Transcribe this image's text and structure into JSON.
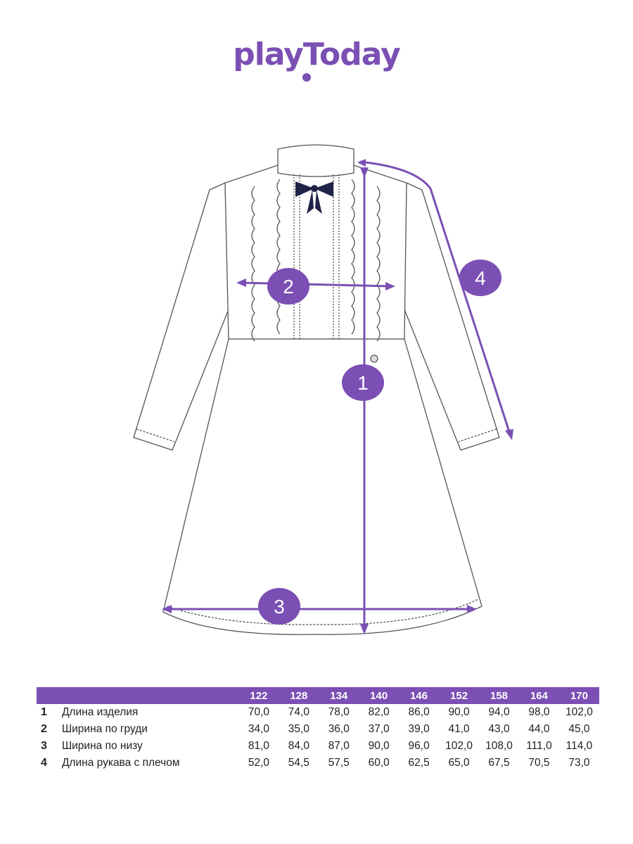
{
  "brand": {
    "name": "playToday",
    "color": "#7b4fb4"
  },
  "colors": {
    "accent": "#7b4fb4",
    "bow": "#1f2347",
    "outline": "#555555"
  },
  "markers": [
    "1",
    "2",
    "3",
    "4"
  ],
  "table": {
    "sizes": [
      "122",
      "128",
      "134",
      "140",
      "146",
      "152",
      "158",
      "164",
      "170"
    ],
    "rows": [
      {
        "num": "1",
        "label": "Длина изделия",
        "values": [
          "70,0",
          "74,0",
          "78,0",
          "82,0",
          "86,0",
          "90,0",
          "94,0",
          "98,0",
          "102,0"
        ]
      },
      {
        "num": "2",
        "label": "Ширина по груди",
        "values": [
          "34,0",
          "35,0",
          "36,0",
          "37,0",
          "39,0",
          "41,0",
          "43,0",
          "44,0",
          "45,0"
        ]
      },
      {
        "num": "3",
        "label": "Ширина по низу",
        "values": [
          "81,0",
          "84,0",
          "87,0",
          "90,0",
          "96,0",
          "102,0",
          "108,0",
          "111,0",
          "114,0"
        ]
      },
      {
        "num": "4",
        "label": "Длина рукава с плечом",
        "values": [
          "52,0",
          "54,5",
          "57,5",
          "60,0",
          "62,5",
          "65,0",
          "67,5",
          "70,5",
          "73,0"
        ]
      }
    ]
  }
}
